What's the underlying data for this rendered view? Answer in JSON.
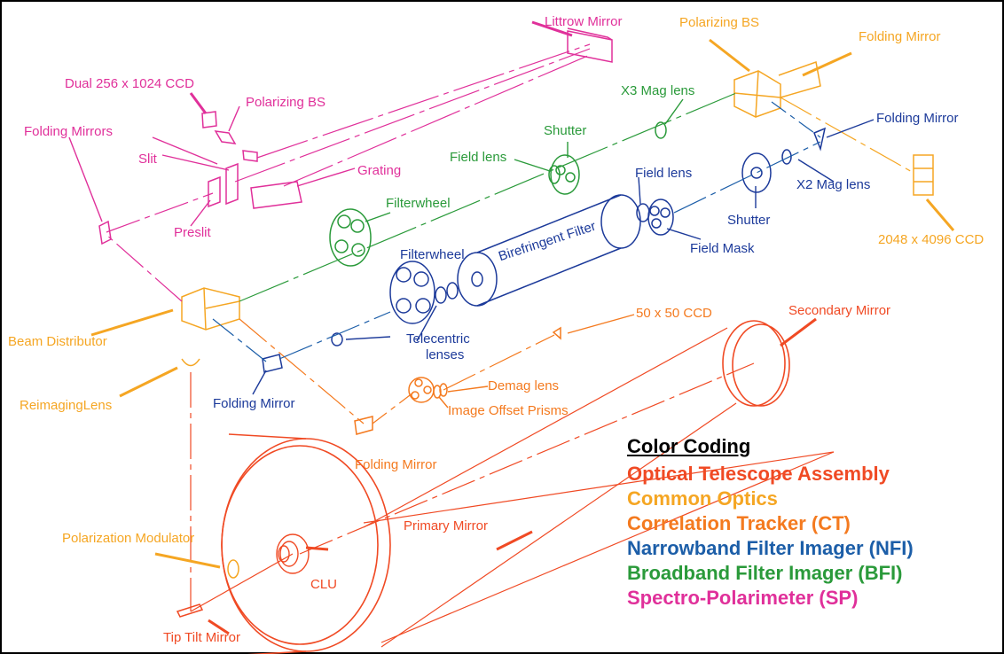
{
  "labels": {
    "littrow_mirror": "Littrow Mirror",
    "dual_ccd": "Dual 256  x 1024 CCD",
    "polarizing_bs_sp": "Polarizing BS",
    "folding_mirrors": "Folding Mirrors",
    "slit": "Slit",
    "grating": "Grating",
    "preslit": "Preslit",
    "filterwheel_bfi": "Filterwheel",
    "field_lens_bfi": "Field lens",
    "shutter_bfi": "Shutter",
    "x3_mag_lens": "X3 Mag lens",
    "polarizing_bs_co": "Polarizing BS",
    "folding_mirror_top": "Folding Mirror",
    "folding_mirror_nfi": "Folding Mirror",
    "x2_mag_lens": "X2 Mag lens",
    "shutter_nfi": "Shutter",
    "field_lens_nfi": "Field lens",
    "field_mask": "Field Mask",
    "ccd_2048": "2048 x 4096 CCD",
    "birefringent_filter": "Birefringent Filter",
    "filterwheel_nfi": "Filterwheel",
    "telecentric_lenses_1": "Telecentric",
    "telecentric_lenses_2": "lenses",
    "beam_distributor": "Beam Distributor",
    "reimaging_lens": "ReimagingLens",
    "folding_mirror_blue": "Folding Mirror",
    "ccd_50": "50 x 50 CCD",
    "demag_lens": "Demag lens",
    "image_offset_prisms": "Image Offset Prisms",
    "folding_mirror_ct": "Folding Mirror",
    "secondary_mirror": "Secondary Mirror",
    "primary_mirror": "Primary Mirror",
    "polarization_modulator": "Polarization Modulator",
    "clu": "CLU",
    "tip_tilt_mirror": "Tip Tilt Mirror"
  },
  "legend": {
    "title": "Color Coding",
    "items": [
      {
        "label": "Optical Telescope Assembly",
        "color": "#f04a24"
      },
      {
        "label": "Common Optics",
        "color": "#f5a623"
      },
      {
        "label": "Correlation Tracker (CT)",
        "color": "#f47a1f"
      },
      {
        "label": "Narrowband Filter Imager (NFI)",
        "color": "#1c5ea8"
      },
      {
        "label": "Broadband Filter Imager (BFI)",
        "color": "#2a9a3a"
      },
      {
        "label": "Spectro-Polarimeter (SP)",
        "color": "#e0309a"
      }
    ]
  },
  "colors": {
    "sp": "#e0309a",
    "bfi": "#2a9a3a",
    "nfi": "#1c3a9a",
    "common": "#f5a623",
    "ct": "#f47a1f",
    "ota": "#f04a24"
  }
}
